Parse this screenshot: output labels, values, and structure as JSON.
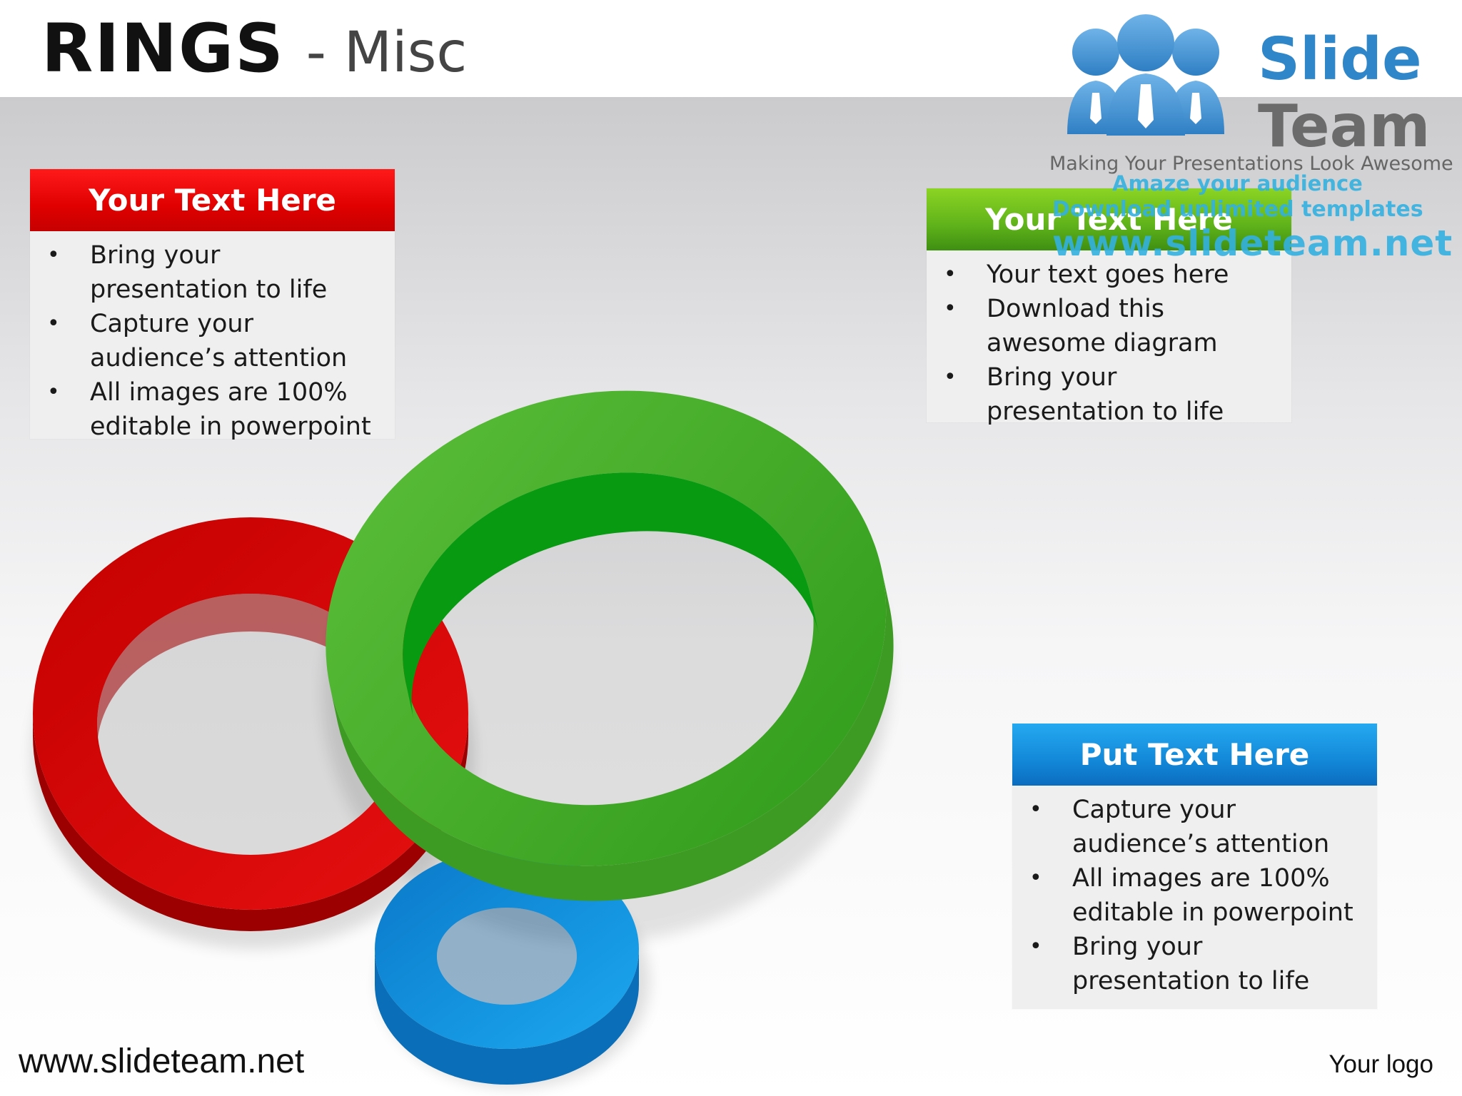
{
  "title": {
    "main": "RINGS",
    "sub": "- Misc"
  },
  "logo": {
    "slide": "Slide",
    "team": "Team",
    "tagline": "Making Your Presentations Look Awesome"
  },
  "watermark": {
    "line1": "Amaze your audience",
    "line2": "Download unlimited templates",
    "line3": "www.slideteam.net"
  },
  "boxes": {
    "red": {
      "header": "Your Text Here",
      "color": "#e00000",
      "items": [
        "Bring your presentation to life",
        "Capture your audience’s attention",
        "All images are 100% editable in powerpoint"
      ]
    },
    "green": {
      "header": "Your Text Here",
      "color": "#5fb21a",
      "items": [
        "Your text goes here",
        "Download this awesome diagram",
        "Bring your presentation to life"
      ]
    },
    "blue": {
      "header": "Put Text Here",
      "color": "#1388d8",
      "items": [
        "Capture your audience’s attention",
        "All images are 100% editable in powerpoint",
        "Bring your presentation to life"
      ]
    }
  },
  "rings": [
    {
      "name": "red-ring",
      "color": "#d40000"
    },
    {
      "name": "green-ring",
      "color": "#3aa01c"
    },
    {
      "name": "blue-ring",
      "color": "#0a8fe0"
    }
  ],
  "footer": {
    "url": "www.slideteam.net",
    "logo": "Your logo"
  }
}
